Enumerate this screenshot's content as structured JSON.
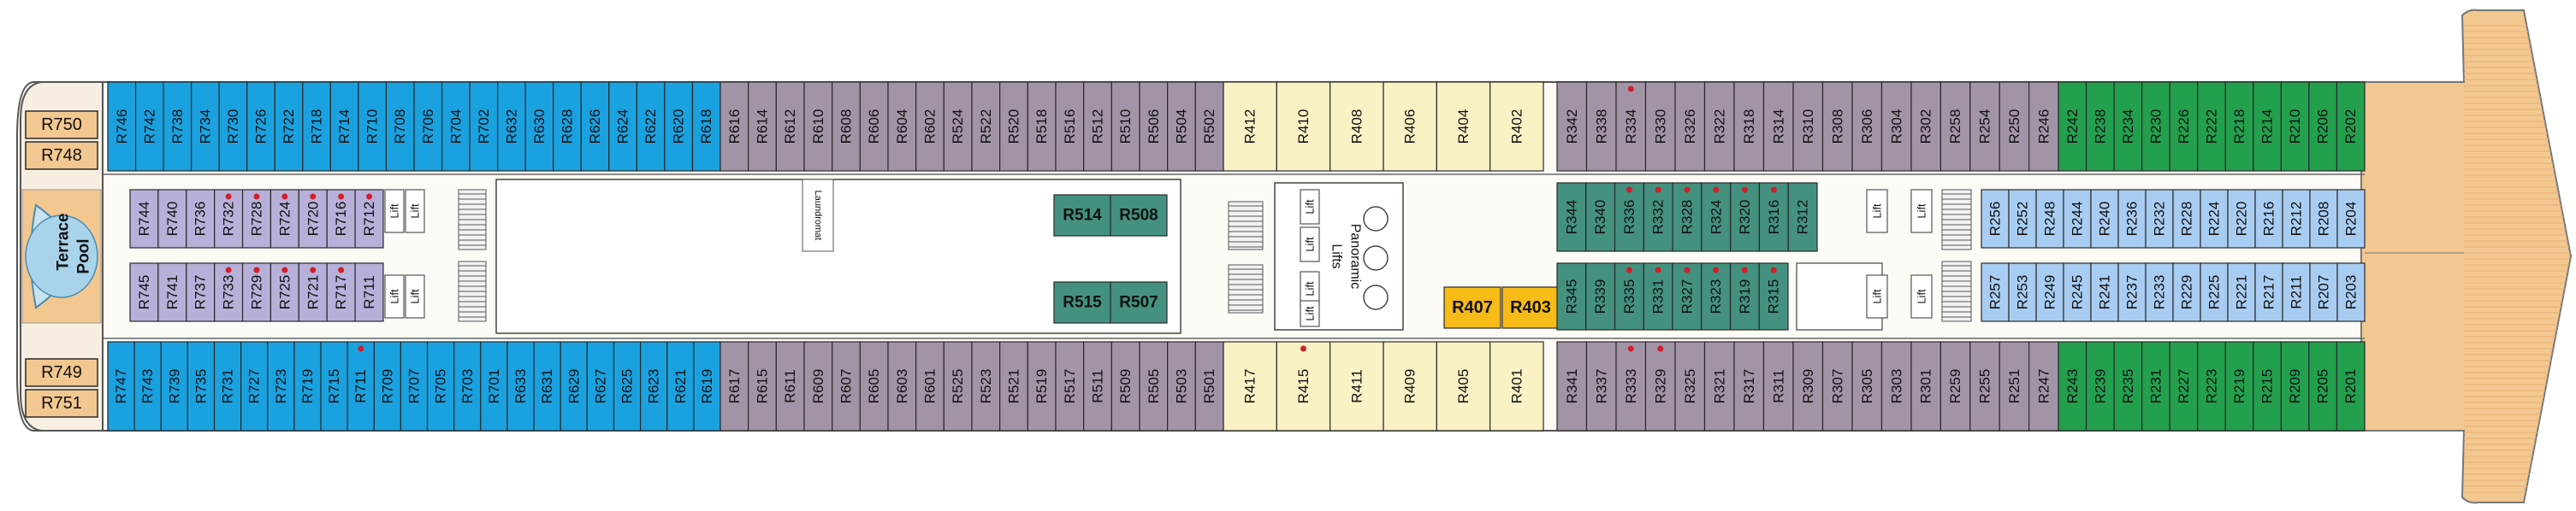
{
  "deck": {
    "aft_stern_cabins": [
      "R750",
      "R748",
      "R749",
      "R751"
    ],
    "pool_label": [
      "Terrace",
      "Pool"
    ],
    "lift_label": "Lift",
    "panoramic_label": [
      "Panoramic",
      "Lifts"
    ],
    "laundromat_label": "Laundromat",
    "colors": {
      "blue_cabin": "#1aa1df",
      "purple_cabin": "#a294a7",
      "cream_cabin": "#faf1c5",
      "purple_lavender": "#b7b0d9",
      "teal_cabin": "#44917f",
      "green_cabin": "#22a04e",
      "light_blue_cabin": "#a9cdf2",
      "suite_yellow": "#f6bb16",
      "outline": "#2a2a2a",
      "stern_wood": "#f3c790",
      "feature_dot": "#d0202c"
    },
    "top_row": {
      "blue": [
        "R746",
        "R742",
        "R738",
        "R734",
        "R730",
        "R726",
        "R722",
        "R718",
        "R714",
        "R710",
        "R708",
        "R706",
        "R704",
        "R702",
        "R632",
        "R630",
        "R628",
        "R626",
        "R624",
        "R622",
        "R620",
        "R618"
      ],
      "purple_aft": [
        "R616",
        "R614",
        "R612",
        "R610",
        "R608",
        "R606",
        "R604",
        "R602",
        "R524",
        "R522",
        "R520",
        "R518",
        "R516",
        "R512",
        "R510",
        "R506",
        "R504",
        "R502"
      ],
      "cream": [
        "R412",
        "R410",
        "R408",
        "R406",
        "R404",
        "R402"
      ],
      "purple_mid": [
        "R342",
        "R338",
        "R334",
        "R330",
        "R326",
        "R322",
        "R318",
        "R314",
        "R310",
        "R308",
        "R306",
        "R304"
      ],
      "purple_fwd": [
        "R302",
        "R258",
        "R254",
        "R250",
        "R246"
      ],
      "green": [
        "R242",
        "R238",
        "R234",
        "R230",
        "R226",
        "R222",
        "R218",
        "R214",
        "R210",
        "R206",
        "R202"
      ]
    },
    "bottom_row": {
      "blue": [
        "R747",
        "R743",
        "R739",
        "R735",
        "R731",
        "R727",
        "R723",
        "R719",
        "R715",
        "R711",
        "R709",
        "R707",
        "R705",
        "R703",
        "R701",
        "R633",
        "R631",
        "R629",
        "R627",
        "R625",
        "R623",
        "R621",
        "R619"
      ],
      "purple_aft": [
        "R617",
        "R615",
        "R611",
        "R609",
        "R607",
        "R605",
        "R603",
        "R601",
        "R525",
        "R523",
        "R521",
        "R519",
        "R517",
        "R511",
        "R509",
        "R505",
        "R503",
        "R501"
      ],
      "cream": [
        "R417",
        "R415",
        "R411",
        "R409",
        "R405",
        "R401"
      ],
      "purple_mid": [
        "R341",
        "R337",
        "R333",
        "R329",
        "R325",
        "R321",
        "R317",
        "R311",
        "R309",
        "R307",
        "R305",
        "R303"
      ],
      "purple_fwd": [
        "R301",
        "R259",
        "R255",
        "R251",
        "R247"
      ],
      "green": [
        "R243",
        "R239",
        "R235",
        "R231",
        "R227",
        "R223",
        "R219",
        "R215",
        "R209",
        "R205",
        "R201"
      ]
    },
    "inner_aft_upper": [
      "R744",
      "R740",
      "R736",
      "R732",
      "R728",
      "R724",
      "R720",
      "R716",
      "R712"
    ],
    "inner_aft_lower": [
      "R745",
      "R741",
      "R737",
      "R733",
      "R729",
      "R725",
      "R721",
      "R717",
      "R711"
    ],
    "inner_mid_upper": [
      "R514",
      "R508"
    ],
    "inner_mid_lower": [
      "R515",
      "R507"
    ],
    "inner_fwd_upper": [
      "R344",
      "R340",
      "R336",
      "R332",
      "R328",
      "R324",
      "R320",
      "R316",
      "R312"
    ],
    "inner_fwd_lower": [
      "R345",
      "R339",
      "R335",
      "R331",
      "R327",
      "R323",
      "R319",
      "R315"
    ],
    "suites": [
      "R407",
      "R403"
    ],
    "inner_bow_upper": [
      "R256",
      "R252",
      "R248",
      "R244",
      "R240",
      "R236",
      "R232",
      "R228",
      "R224",
      "R220",
      "R216",
      "R212",
      "R208",
      "R204"
    ],
    "inner_bow_lower": [
      "R257",
      "R253",
      "R249",
      "R245",
      "R241",
      "R237",
      "R233",
      "R229",
      "R225",
      "R221",
      "R217",
      "R211",
      "R207",
      "R203"
    ]
  }
}
